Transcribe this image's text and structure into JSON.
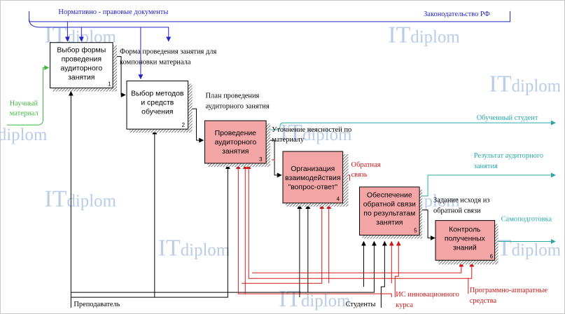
{
  "watermark": {
    "it": "IT",
    "word": "diplom"
  },
  "controls": {
    "normative_docs": "Нормативно - правовые документы",
    "legislation": "Законодательство РФ"
  },
  "inputs": {
    "scientific_material_l1": "Научный",
    "scientific_material_l2": "материал"
  },
  "boxes": [
    {
      "lines": [
        "Выбор формы",
        "проведения",
        "аудиторного",
        "занятия"
      ],
      "num": "1",
      "fill": "#ffffff"
    },
    {
      "lines": [
        "Выбор методов",
        "и средств",
        "обучения"
      ],
      "num": "2",
      "fill": "#ffffff"
    },
    {
      "lines": [
        "Проведение",
        "аудиторного",
        "занятия"
      ],
      "num": "3",
      "fill": "#f4a6a6"
    },
    {
      "lines": [
        "Организация",
        "взаимодействия",
        "\"вопрос-ответ\""
      ],
      "num": "4",
      "fill": "#f4a6a6"
    },
    {
      "lines": [
        "Обеспечение",
        "обратной связи",
        "по результатам",
        "занятия"
      ],
      "num": "5",
      "fill": "#f4a6a6"
    },
    {
      "lines": [
        "Контроль",
        "полученных",
        "знаний"
      ],
      "num": "6",
      "fill": "#f4a6a6"
    }
  ],
  "arrow_labels": {
    "form_l1": "Форма проведения занятия для",
    "form_l2": "компоновки материала",
    "plan_l1": "План проведения",
    "plan_l2": "аудиторного занятия",
    "clarify_l1": "Уточнение неясностей по",
    "clarify_l2": "материалу",
    "feedback_l1": "Обратная",
    "feedback_l2": "связь",
    "task_l1": "Задание исходя из",
    "task_l2": "обратной связи"
  },
  "outputs": {
    "trained_student": "Обученный студент",
    "result_l1": "Результат аудиторного",
    "result_l2": "занятия",
    "self_study": "Самоподготовка"
  },
  "mechanisms": {
    "teacher": "Преподаватель",
    "students": "Студенты",
    "is_l1": "ИС инновационного",
    "is_l2": "курса",
    "hw_l1": "Программно-аппаратные",
    "hw_l2": "средства"
  },
  "colors": {
    "control": "#2323c8",
    "input": "#3cb83c",
    "output": "#2aa8a8",
    "mechanism_red": "#d01818",
    "black": "#000000",
    "box_red": "#f4a6a6"
  }
}
